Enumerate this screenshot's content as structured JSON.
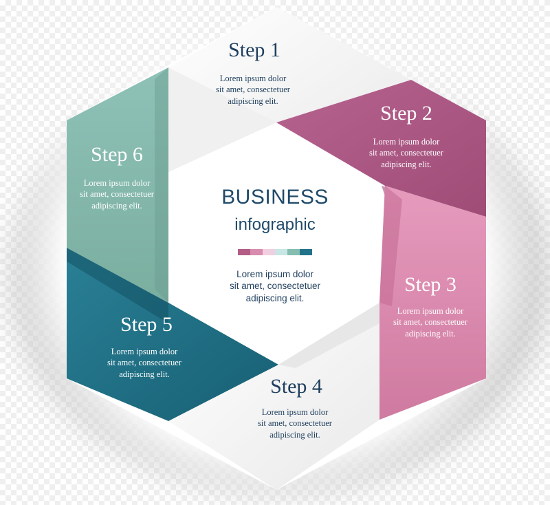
{
  "colors": {
    "navy": "#1f3f5e",
    "teal_dark": "#1f7186",
    "teal_light": "#86b9ad",
    "mauve": "#ad5a86",
    "pink": "#d988ac",
    "light_text": "#ffffff"
  },
  "center": {
    "title": "BUSINESS",
    "subtitle": "infographic",
    "desc": [
      "Lorem ipsum dolor",
      "sit amet, consectetuer",
      "adipiscing elit."
    ],
    "color_strip": [
      "#b35d86",
      "#d88cae",
      "#f0cfe0",
      "#c7e6e4",
      "#86bdb1",
      "#227289"
    ]
  },
  "steps": [
    {
      "title": "Step 1",
      "desc": [
        "Lorem ipsum dolor",
        "sit amet, consectetuer",
        "adipiscing elit."
      ]
    },
    {
      "title": "Step 2",
      "desc": [
        "Lorem ipsum dolor",
        "sit amet, consectetuer",
        "adipiscing elit."
      ]
    },
    {
      "title": "Step 3",
      "desc": [
        "Lorem ipsum dolor",
        "sit amet, consectetuer",
        "adipiscing elit."
      ]
    },
    {
      "title": "Step 4",
      "desc": [
        "Lorem ipsum dolor",
        "sit amet, consectetuer",
        "adipiscing elit."
      ]
    },
    {
      "title": "Step 5",
      "desc": [
        "Lorem ipsum dolor",
        "sit amet, consectetuer",
        "adipiscing elit."
      ]
    },
    {
      "title": "Step 6",
      "desc": [
        "Lorem ipsum dolor",
        "sit amet, consectetuer",
        "adipiscing elit."
      ]
    }
  ]
}
